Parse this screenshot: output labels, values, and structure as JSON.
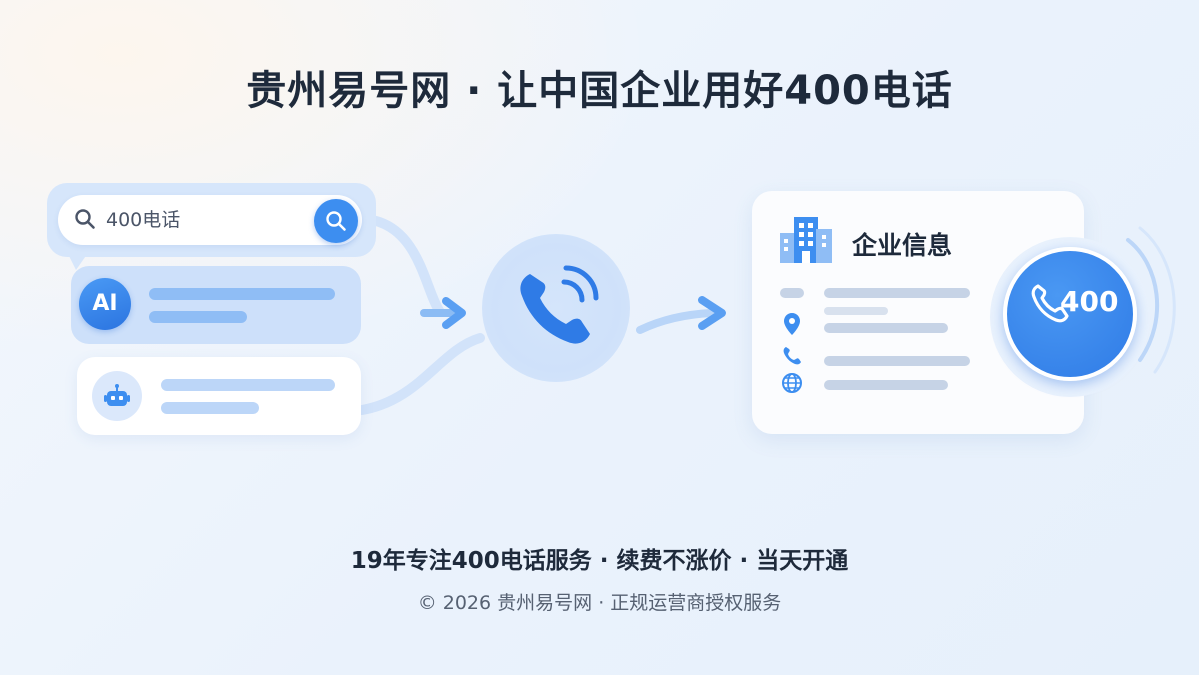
{
  "header": {
    "title": "贵州易号网 · 让中国企业用好400电话"
  },
  "search": {
    "query": "400电话"
  },
  "ai_card": {
    "badge": "AI"
  },
  "company": {
    "title": "企业信息"
  },
  "badge": {
    "number": "400"
  },
  "tagline": "19年专注400电话服务 · 续费不涨价 · 当天开通",
  "footer": "© 2026 贵州易号网 · 正规运营商授权服务",
  "icons": {
    "search": "search-icon",
    "ai": "ai-badge",
    "bot": "robot-icon",
    "phone": "phone-icon",
    "building": "building-icon",
    "location": "location-pin-icon",
    "globe": "globe-icon"
  },
  "colors": {
    "accent": "#3d8ef0",
    "title": "#1e2a3b",
    "placeholder_line": "#c6d3e6",
    "ai_line": "#8fbdf5"
  }
}
